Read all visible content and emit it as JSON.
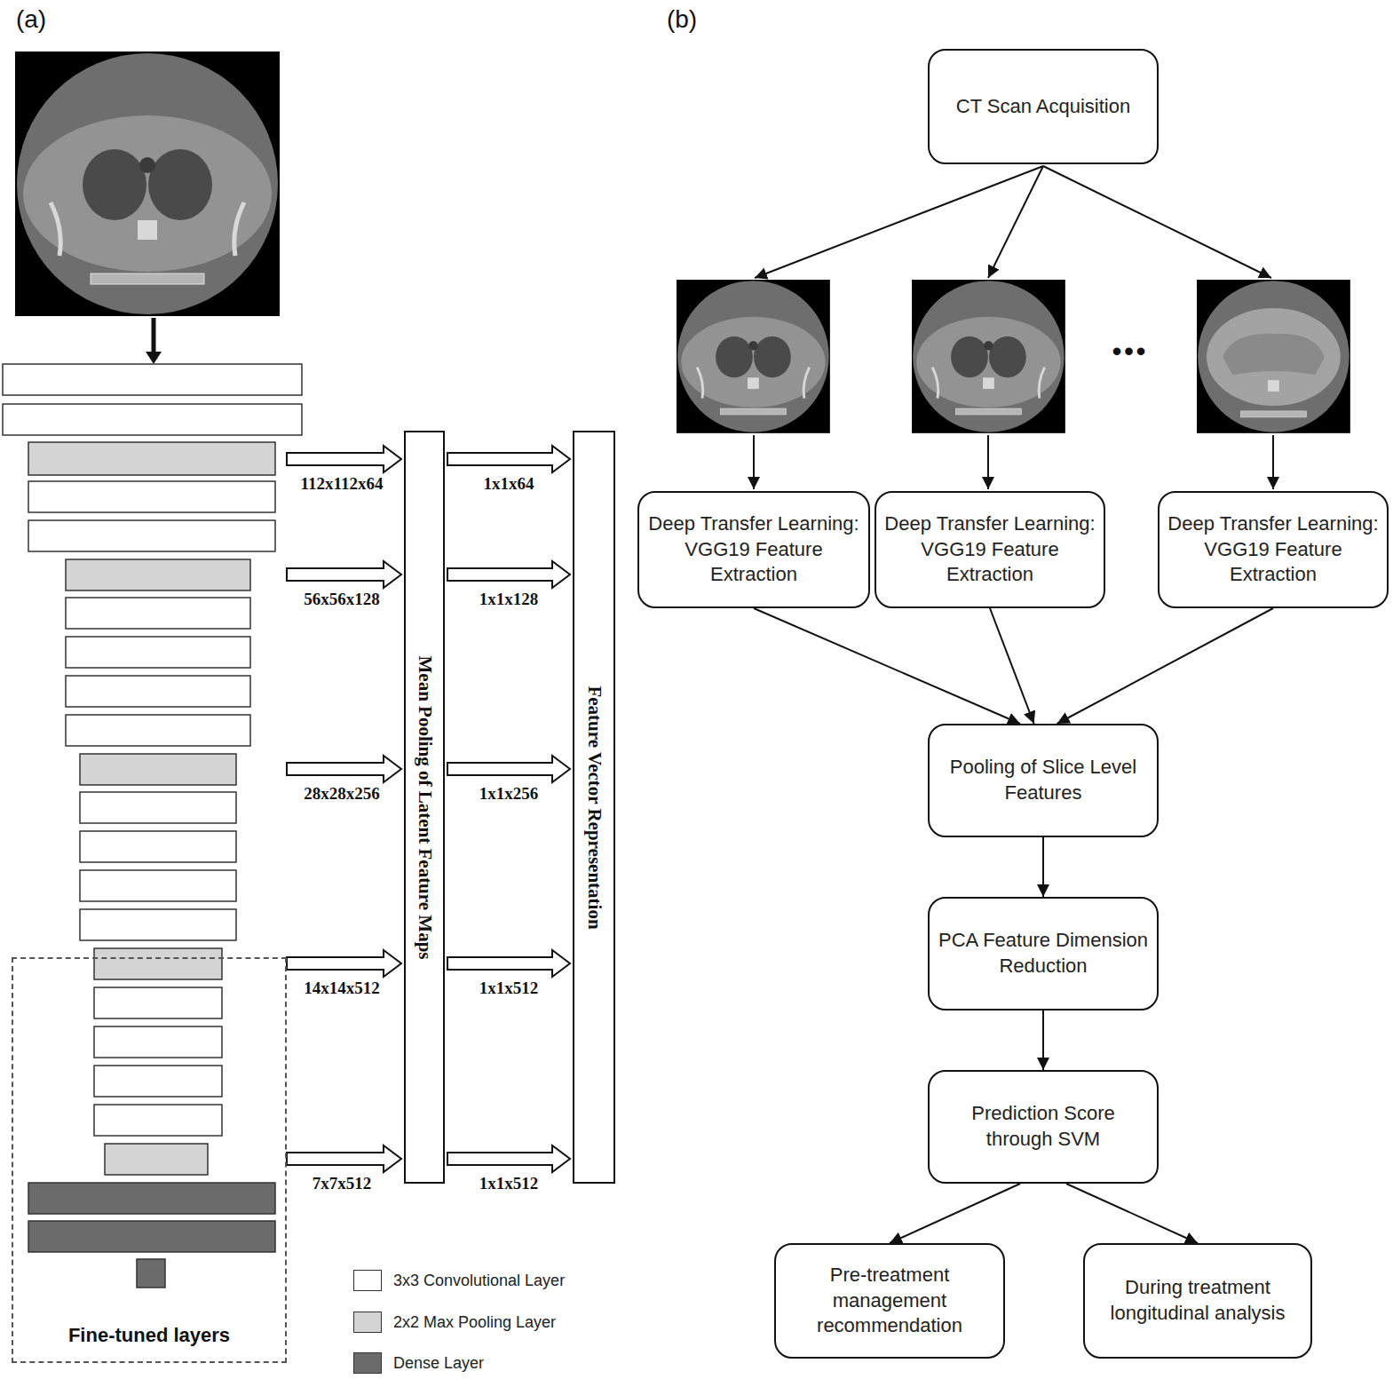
{
  "diagram": {
    "nodes": [
      {
        "text": [
          "Fine-tuned layers"
        ]
      },
      {
        "text": [
          "Mean Pooling of Latent Feature Maps"
        ]
      },
      {
        "text": [
          "Feature Vector Representation"
        ]
      },
      {
        "text": [
          "CT Scan Acquisition"
        ]
      },
      {
        "text": [
          "Deep Transfer Learning: VGG19 Feature Extraction"
        ]
      },
      {
        "text": [
          "Deep Transfer Learning: VGG19 Feature Extraction"
        ]
      },
      {
        "text": [
          "Deep Transfer Learning: VGG19 Feature Extraction"
        ]
      },
      {
        "text": [
          "Pooling of Slice Level Features"
        ]
      },
      {
        "text": [
          "PCA Feature Dimension Reduction"
        ]
      },
      {
        "text": [
          "Prediction Score through SVM"
        ]
      },
      {
        "text": [
          "Pre-treatment management recommendation"
        ]
      },
      {
        "text": [
          "During treatment longitudinal analysis"
        ]
      }
    ],
    "edges": [
      {
        "from": 1,
        "to": 2,
        "arrow": "to",
        "label": "1x1x64"
      },
      {
        "from": 1,
        "to": 2,
        "arrow": "to",
        "label": "1x1x128"
      },
      {
        "from": 1,
        "to": 2,
        "arrow": "to",
        "label": "1x1x256"
      },
      {
        "from": 1,
        "to": 2,
        "arrow": "to",
        "label": "1x1x512"
      },
      {
        "from": 1,
        "to": 2,
        "arrow": "to",
        "label": "1x1x512"
      },
      {
        "from": 4,
        "to": 7,
        "arrow": "to"
      },
      {
        "from": 5,
        "to": 7,
        "arrow": "to"
      },
      {
        "from": 6,
        "to": 7,
        "arrow": "to"
      },
      {
        "from": 7,
        "to": 8,
        "arrow": "to"
      },
      {
        "from": 8,
        "to": 9,
        "arrow": "to"
      },
      {
        "from": 9,
        "to": 10,
        "arrow": "to"
      },
      {
        "from": 9,
        "to": 11,
        "arrow": "to"
      }
    ],
    "labels": [
      "(a)",
      "(b)",
      "112x112x64",
      "56x56x128",
      "28x28x256",
      "14x14x512",
      "7x7x512",
      "•••"
    ],
    "legend": [
      {
        "text": "3x3 Convolutional Layer",
        "color": "#ffffff"
      },
      {
        "text": "2x2 Max Pooling Layer",
        "color": "#d4d4d4"
      },
      {
        "text": "Dense Layer",
        "color": "#6b6b6b"
      }
    ]
  }
}
